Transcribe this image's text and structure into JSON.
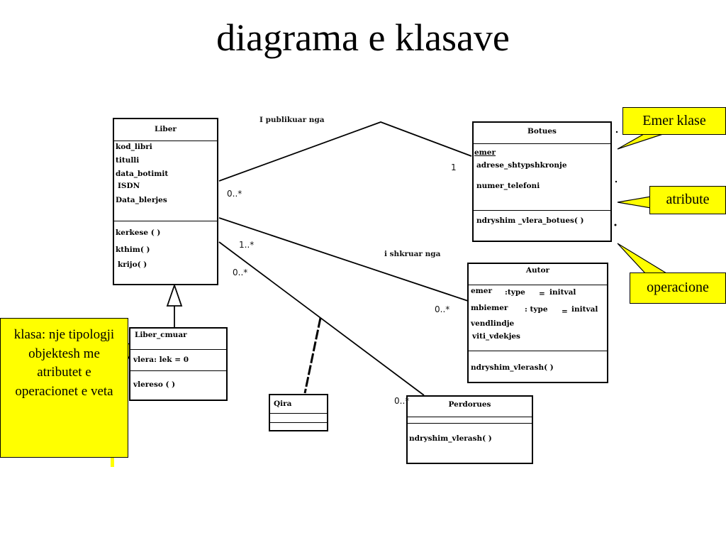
{
  "slide": {
    "title": "diagrama e klasave"
  },
  "classes": {
    "liber": {
      "name": "Liber",
      "attributes": [
        "kod_libri",
        "titulli",
        "data_botimit",
        "ISDN",
        "Data_blerjes"
      ],
      "operations": [
        "kerkese ( )",
        "kthim( )",
        "krijo( )"
      ]
    },
    "liber_cmuar": {
      "name": "Liber_cmuar",
      "attributes": [
        "vlera: lek = 0"
      ],
      "operations": [
        "vlereso ( )"
      ]
    },
    "botues": {
      "name": "Botues",
      "attributes": [
        "emer",
        "adrese_shtypshkronje",
        "numer_telefoni"
      ],
      "operations": [
        "ndryshim _vlera_botues( )"
      ]
    },
    "autor": {
      "name": "Autor",
      "attributes": [
        {
          "name": "emer",
          "type": ":type",
          "eq": "=",
          "init": "initval"
        },
        {
          "name": "mbiemer",
          "type": ": type",
          "eq": "=",
          "init": "initval"
        },
        {
          "name": "vendlindje"
        },
        {
          "name": "viti_vdekjes"
        }
      ],
      "operations": [
        "ndryshim_vlerash( )"
      ]
    },
    "qira": {
      "name": "Qira"
    },
    "perdorues": {
      "name": "Perdorues",
      "operations": [
        "ndryshim_vlerash( )"
      ]
    }
  },
  "associations": {
    "publikuar": {
      "label": "I publikuar nga",
      "mult_liber": "0..*",
      "mult_botues": "1"
    },
    "shkruar": {
      "label": "i shkruar nga",
      "mult_liber": "1..*",
      "mult_autor": "0..*"
    },
    "perdorues": {
      "mult_liber": "0..*",
      "mult_perdorues": "0..*"
    }
  },
  "callouts": {
    "emer_klase": "Emer klase",
    "atribute": "atribute",
    "operacione": "operacione",
    "klasa": "klasa: nje tipologji objektesh me atributet e operacionet e veta"
  },
  "colors": {
    "note_fill": "#ffff00",
    "line": "#000000"
  }
}
